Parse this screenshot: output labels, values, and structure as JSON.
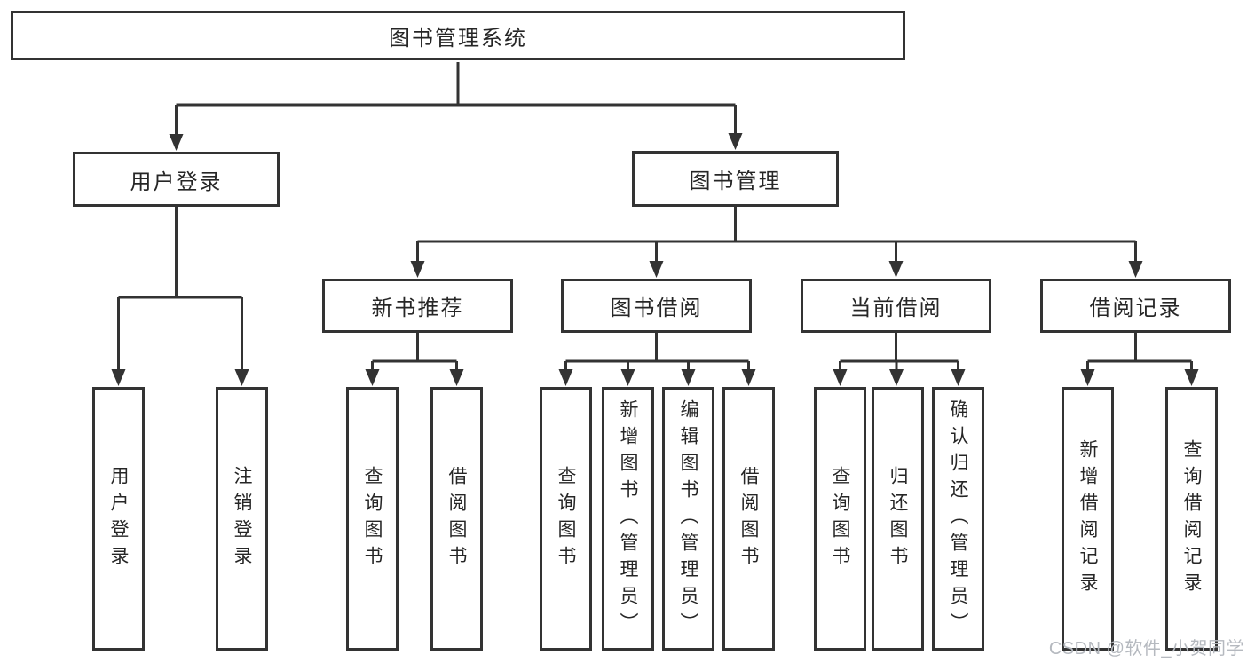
{
  "diagram": {
    "root": {
      "label": "图书管理系统"
    },
    "level2": [
      {
        "label": "用户登录",
        "children": [
          {
            "label": "用户登录"
          },
          {
            "label": "注销登录"
          }
        ]
      },
      {
        "label": "图书管理",
        "children": [
          {
            "label": "新书推荐",
            "children": [
              {
                "label": "查询图书"
              },
              {
                "label": "借阅图书"
              }
            ]
          },
          {
            "label": "图书借阅",
            "children": [
              {
                "label": "查询图书"
              },
              {
                "label": "新增图书（管理员）"
              },
              {
                "label": "编辑图书（管理员）"
              },
              {
                "label": "借阅图书"
              }
            ]
          },
          {
            "label": "当前借阅",
            "children": [
              {
                "label": "查询图书"
              },
              {
                "label": "归还图书"
              },
              {
                "label": "确认归还（管理员）"
              }
            ]
          },
          {
            "label": "借阅记录",
            "children": [
              {
                "label": "新增借阅记录"
              },
              {
                "label": "查询借阅记录"
              }
            ]
          }
        ]
      }
    ],
    "colors": {
      "line": "#333333",
      "text": "#262626",
      "background": "#ffffff"
    }
  },
  "watermark": {
    "text": "CSDN @软件_小贺同学",
    "color": "#b5b9bf"
  }
}
